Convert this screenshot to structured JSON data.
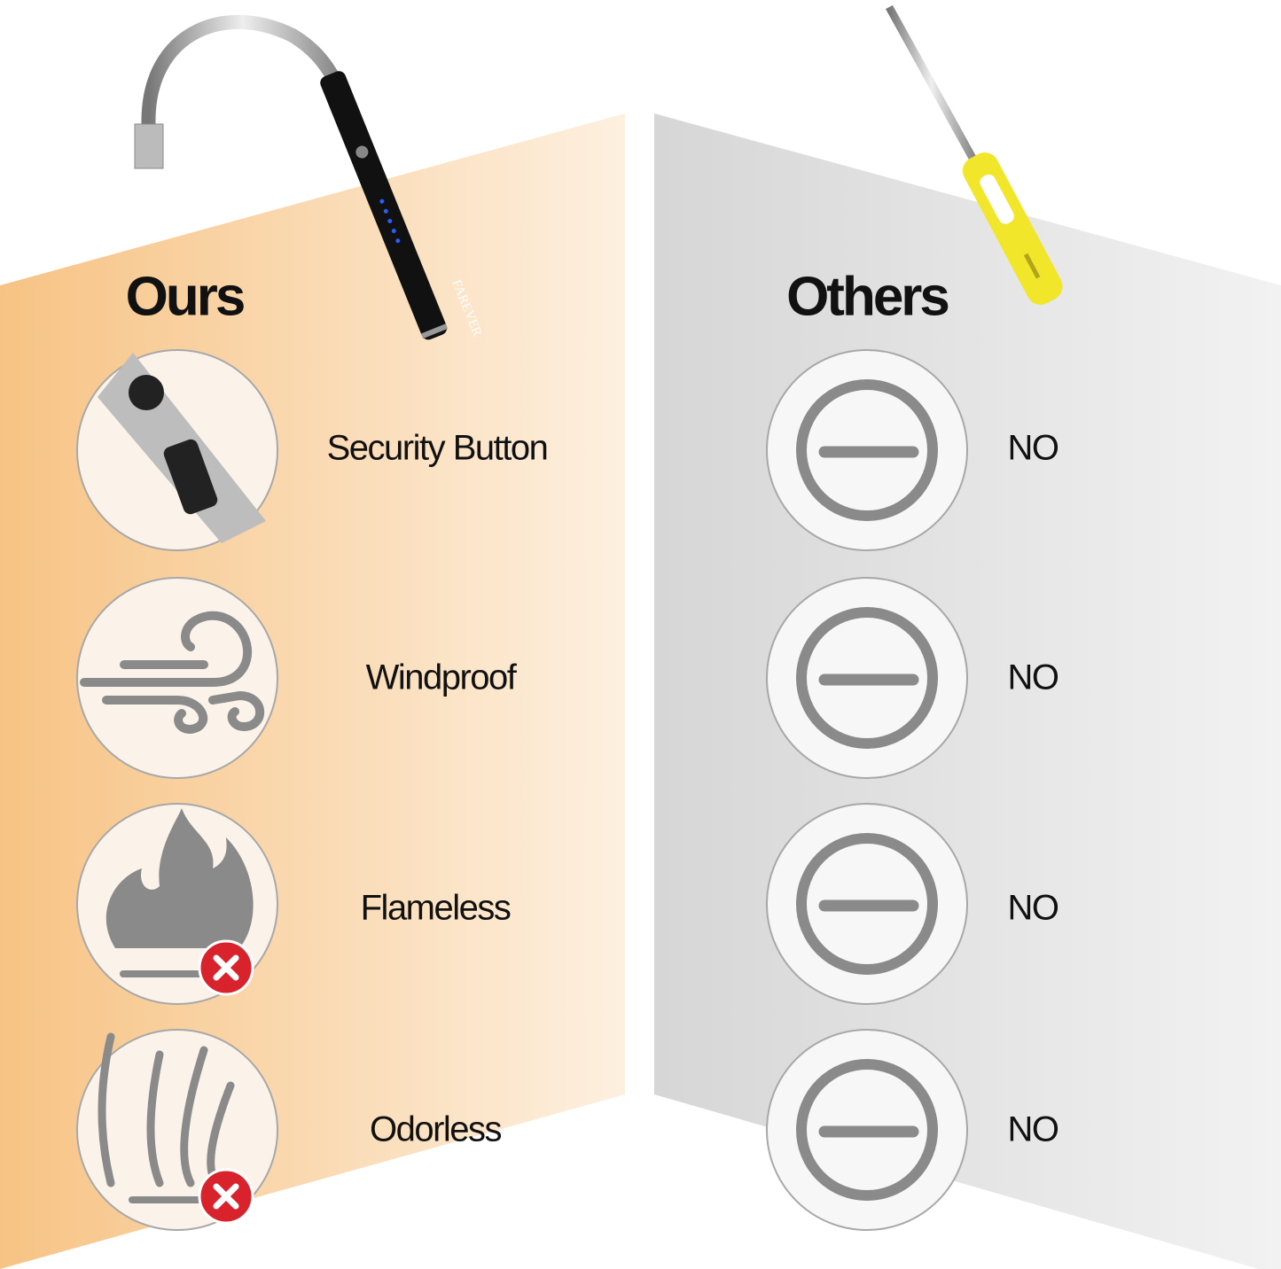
{
  "ours": {
    "heading": "Ours",
    "brand": "FAREVER",
    "features": [
      {
        "label": "Security Button",
        "icon": "security-button-icon"
      },
      {
        "label": "Windproof",
        "icon": "wind-icon"
      },
      {
        "label": "Flameless",
        "icon": "flame-crossed-icon"
      },
      {
        "label": "Odorless",
        "icon": "odor-crossed-icon"
      }
    ]
  },
  "others": {
    "heading": "Others",
    "answers": [
      "NO",
      "NO",
      "NO",
      "NO"
    ]
  },
  "colors": {
    "orange_dark": "#f7c384",
    "orange_light": "#fdf0e0",
    "gray_dark": "#d6d6d6",
    "gray_light": "#f2f2f2",
    "icon_gray": "#8a8a8a",
    "cross_red": "#d8222c"
  }
}
